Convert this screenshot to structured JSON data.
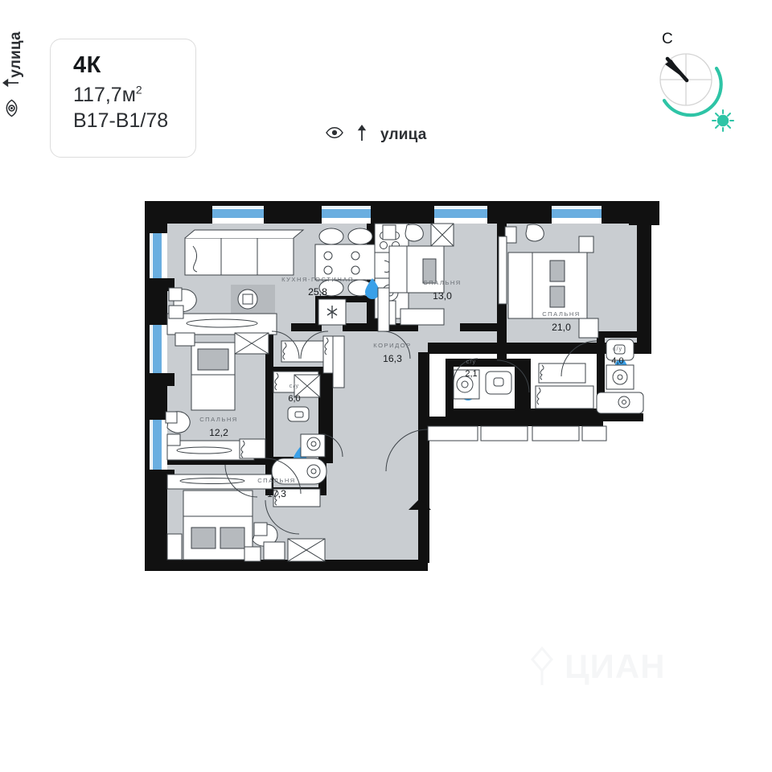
{
  "info_card": {
    "rooms": "4К",
    "area": "117,7м",
    "area_sup": "2",
    "code": "B17-B1/78"
  },
  "street_top": {
    "label": "улица",
    "eye_icon": "eye-icon",
    "arrow_icon": "arrow-up-icon"
  },
  "street_left": {
    "label": "улица",
    "eye_icon": "eye-icon",
    "arrow_icon": "arrow-left-icon"
  },
  "compass": {
    "north_letter": "С",
    "sun_icon": "sun-icon",
    "accent_color": "#2ec4a6"
  },
  "watermark": {
    "text": "ЦИАН"
  },
  "colors": {
    "wall": "#111111",
    "floor": "#c9cdd1",
    "window_glass": "#6aaee0",
    "furniture_stroke": "#3d4348",
    "water_drop": "#3aa0e8",
    "label_gray": "#6b7076"
  },
  "rooms": [
    {
      "id": "kitchen-living",
      "label": "КУХНЯ-ГОСТИНАЯ",
      "area": "25,8"
    },
    {
      "id": "bedroom-13",
      "label": "СПАЛЬНЯ",
      "area": "13,0"
    },
    {
      "id": "bedroom-21",
      "label": "СПАЛЬНЯ",
      "area": "21,0"
    },
    {
      "id": "corridor",
      "label": "КОРИДОР",
      "area": "16,3"
    },
    {
      "id": "bathroom-21",
      "label": "с/у",
      "area": "2,1"
    },
    {
      "id": "bathroom-40",
      "label": "с/у",
      "area": "4,0"
    },
    {
      "id": "bathroom-60",
      "label": "с/у",
      "area": "6,0"
    },
    {
      "id": "bedroom-12",
      "label": "СПАЛЬНЯ",
      "area": "12,2"
    },
    {
      "id": "bedroom-17",
      "label": "СПАЛЬНЯ",
      "area": "17,3"
    }
  ],
  "entrance_marker": "entrance-triangle-icon"
}
